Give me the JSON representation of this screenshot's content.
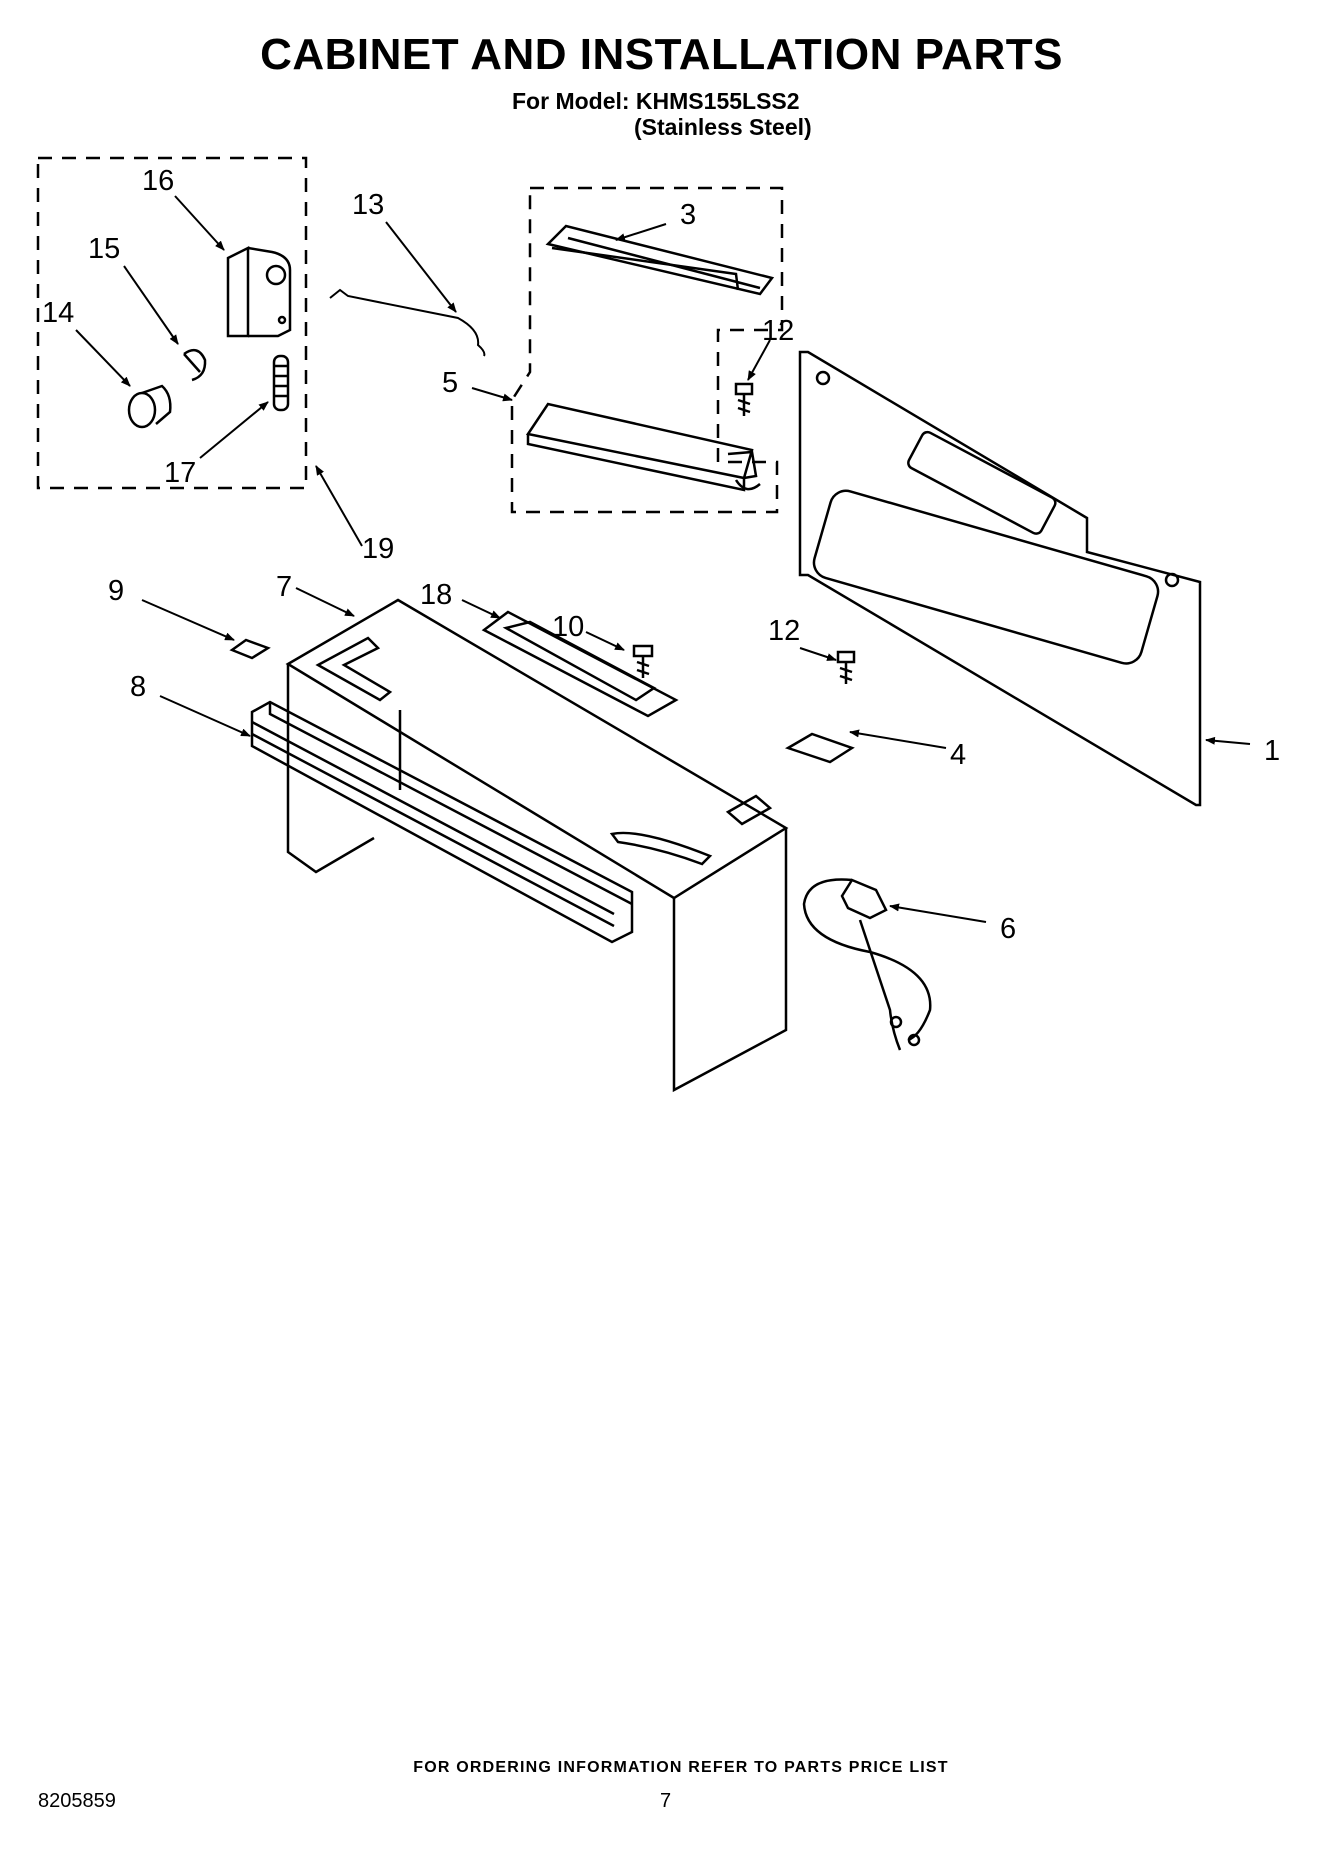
{
  "header": {
    "title": "CABINET AND INSTALLATION PARTS",
    "model_line": "For Model: KHMS155LSS2",
    "finish_line": "(Stainless Steel)"
  },
  "callouts": [
    {
      "id": "1",
      "label": "1"
    },
    {
      "id": "3",
      "label": "3"
    },
    {
      "id": "4",
      "label": "4"
    },
    {
      "id": "5",
      "label": "5"
    },
    {
      "id": "6",
      "label": "6"
    },
    {
      "id": "7",
      "label": "7"
    },
    {
      "id": "8",
      "label": "8"
    },
    {
      "id": "9",
      "label": "9"
    },
    {
      "id": "10",
      "label": "10"
    },
    {
      "id": "12a",
      "label": "12"
    },
    {
      "id": "12b",
      "label": "12"
    },
    {
      "id": "13",
      "label": "13"
    },
    {
      "id": "14",
      "label": "14"
    },
    {
      "id": "15",
      "label": "15"
    },
    {
      "id": "16",
      "label": "16"
    },
    {
      "id": "17",
      "label": "17"
    },
    {
      "id": "18",
      "label": "18"
    },
    {
      "id": "19",
      "label": "19"
    }
  ],
  "footer": {
    "note": "FOR ORDERING INFORMATION REFER TO PARTS PRICE LIST",
    "doc_number": "8205859",
    "page_number": "7"
  }
}
